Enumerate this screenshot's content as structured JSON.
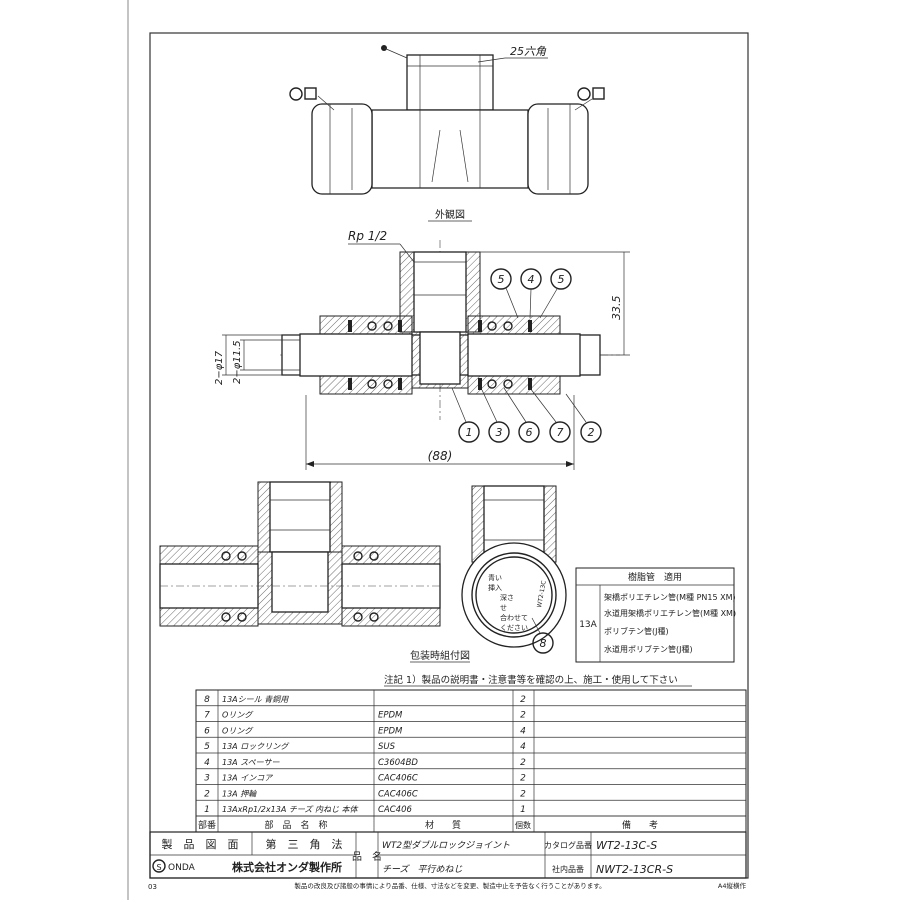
{
  "views": {
    "exterior_label": "外観図",
    "packaging_label": "包装時組付図",
    "hex_size": "25六角",
    "thread_label": "Rp 1/2"
  },
  "dimensions": {
    "height": "33.5",
    "width": "(88)",
    "outer_dia": "2−φ17",
    "inner_dia": "2−φ11.5"
  },
  "balloons": {
    "top": [
      "5",
      "4",
      "5"
    ],
    "bottom": [
      "1",
      "3",
      "6",
      "7",
      "2"
    ],
    "packaging": "8"
  },
  "applicable_pipes": {
    "title": "樹脂管　適用",
    "size": "13A",
    "items": [
      "架橋ポリエチレン管(M種 PN15 XM)",
      "水道用架橋ポリエチレン管(M種 XM)",
      "ポリブテン管(J種)",
      "水道用ポリブテン管(J種)"
    ]
  },
  "label_sticker": {
    "lines": [
      "青い",
      "挿入",
      "深さ",
      "せ",
      "合わせて",
      "ください"
    ],
    "code": "WT2-13C"
  },
  "note": "注記 1）製品の説明書・注意書等を確認の上、施工・使用して下さい",
  "parts_table": {
    "headers": {
      "no": "部番",
      "name": "部　品　名　称",
      "material": "材　　質",
      "qty": "個数",
      "remarks": "備　　考"
    },
    "rows": [
      {
        "no": "8",
        "name": "13Aシール 青銅用",
        "material": "",
        "qty": "2",
        "remarks": ""
      },
      {
        "no": "7",
        "name": "Oリング",
        "material": "EPDM",
        "qty": "2",
        "remarks": ""
      },
      {
        "no": "6",
        "name": "Oリング",
        "material": "EPDM",
        "qty": "4",
        "remarks": ""
      },
      {
        "no": "5",
        "name": "13A ロックリング",
        "material": "SUS",
        "qty": "4",
        "remarks": ""
      },
      {
        "no": "4",
        "name": "13A スペーサー",
        "material": "C3604BD",
        "qty": "2",
        "remarks": ""
      },
      {
        "no": "3",
        "name": "13A インコア",
        "material": "CAC406C",
        "qty": "2",
        "remarks": ""
      },
      {
        "no": "2",
        "name": "13A 押輪",
        "material": "CAC406C",
        "qty": "2",
        "remarks": ""
      },
      {
        "no": "1",
        "name": "13AxRp1/2x13A チーズ 内ねじ 本体",
        "material": "CAC406",
        "qty": "1",
        "remarks": ""
      }
    ]
  },
  "title_block": {
    "drawing_label": "製　品　図　面",
    "projection": "第　三　角　法",
    "product_name_label": "品　名",
    "product_name_1": "WT2型ダブルロックジョイント",
    "product_name_2": "チーズ　平行めねじ",
    "catalog_no_label": "カタログ品番",
    "catalog_no": "WT2-13C-S",
    "internal_no_label": "社内品番",
    "internal_no": "NWT2-13CR-S",
    "company_logo": "ONDA",
    "company_name": "株式会社オンダ製作所"
  },
  "footer": {
    "page": "03",
    "disclaimer": "製品の改良及び諸般の事情により品番、仕様、寸法などを変更、製造中止を予告なく行うことがあります。",
    "paper": "A4縦横作"
  }
}
